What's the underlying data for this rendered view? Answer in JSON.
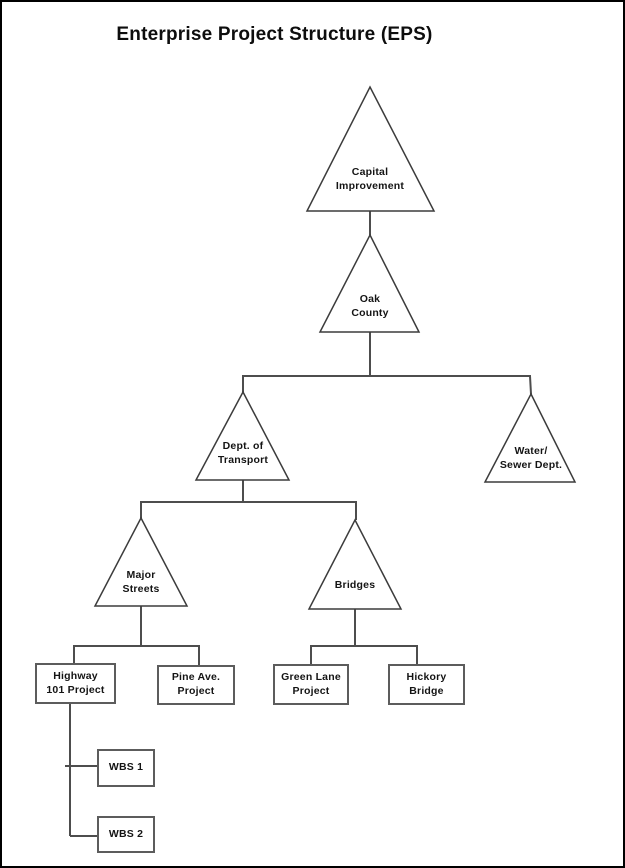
{
  "title": "Enterprise Project Structure (EPS)",
  "diagram": {
    "type": "hierarchy-tree",
    "nodes": {
      "capital": {
        "label": "Capital\nImprovement",
        "shape": "triangle"
      },
      "oak": {
        "label": "Oak\nCounty",
        "shape": "triangle"
      },
      "transport": {
        "label": "Dept. of\nTransport",
        "shape": "triangle"
      },
      "water": {
        "label": "Water/\nSewer Dept.",
        "shape": "triangle"
      },
      "major": {
        "label": "Major\nStreets",
        "shape": "triangle"
      },
      "bridges": {
        "label": "Bridges",
        "shape": "triangle"
      },
      "highway": {
        "label": "Highway\n101 Project",
        "shape": "box"
      },
      "pine": {
        "label": "Pine Ave.\nProject",
        "shape": "box"
      },
      "green": {
        "label": "Green Lane\nProject",
        "shape": "box"
      },
      "hickory": {
        "label": "Hickory\nBridge",
        "shape": "box"
      },
      "wbs1": {
        "label": "WBS 1",
        "shape": "box"
      },
      "wbs2": {
        "label": "WBS 2",
        "shape": "box"
      }
    },
    "edges": [
      [
        "capital",
        "oak"
      ],
      [
        "oak",
        "transport"
      ],
      [
        "oak",
        "water"
      ],
      [
        "transport",
        "major"
      ],
      [
        "transport",
        "bridges"
      ],
      [
        "major",
        "highway"
      ],
      [
        "major",
        "pine"
      ],
      [
        "bridges",
        "green"
      ],
      [
        "bridges",
        "hickory"
      ],
      [
        "highway",
        "wbs1"
      ],
      [
        "highway",
        "wbs2"
      ]
    ]
  },
  "colors": {
    "background": "#ffffff",
    "page_border": "#000000",
    "connector": "#4d4d4d",
    "shape_stroke": "#3c3c3c",
    "box_border": "#5c5c5c",
    "text": "#141414"
  }
}
